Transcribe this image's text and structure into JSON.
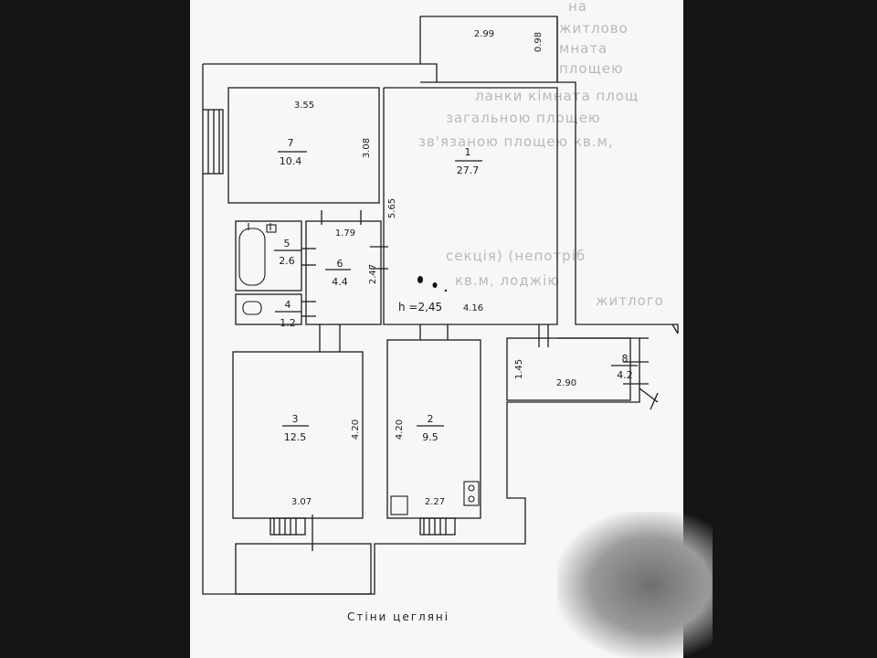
{
  "caption": "Стіни цегляні",
  "ceiling_height": "h =2,45",
  "rooms": [
    {
      "number": "7",
      "area": "10.4"
    },
    {
      "number": "1",
      "area": "27.7"
    },
    {
      "number": "5",
      "area": "2.6"
    },
    {
      "number": "6",
      "area": "4.4"
    },
    {
      "number": "4",
      "area": "1.2"
    },
    {
      "number": "3",
      "area": "12.5"
    },
    {
      "number": "2",
      "area": "9.5"
    },
    {
      "number": "8",
      "area": "4.2"
    }
  ],
  "dimensions": [
    "2.99",
    "0.98",
    "3.55",
    "3.08",
    "5.65",
    "1.79",
    "2.47",
    "4.16",
    "1.45",
    "2.90",
    "4.20",
    "4.20",
    "3.07",
    "2.27"
  ],
  "background_text": [
    "на",
    "житлово",
    "мната",
    "площею",
    "ланки  кімната  площ",
    "загальною площею",
    "зв'язаною площею          кв.м,",
    "секція)  (непотріб",
    "кв.м,  лоджію",
    "житлого"
  ]
}
